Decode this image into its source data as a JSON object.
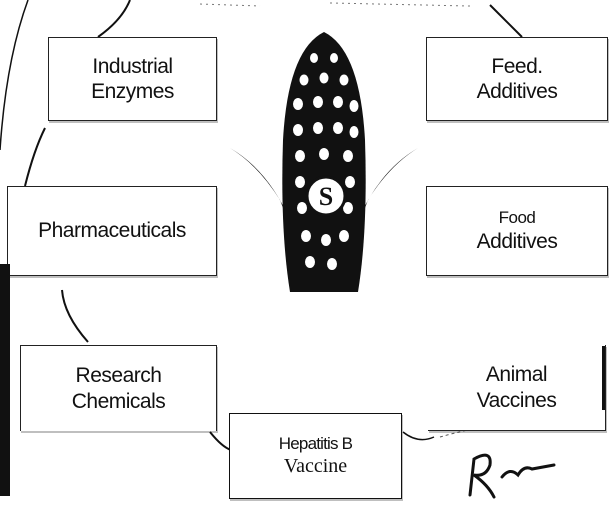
{
  "diagram": {
    "center": {
      "icon": "corn-cob-icon",
      "emblem_letter": "S"
    },
    "boxes": {
      "industrial_enzymes": [
        "Industrial",
        "Enzymes"
      ],
      "feed_additives": [
        "Feed.",
        "Additives"
      ],
      "pharmaceuticals": [
        "Pharmaceuticals"
      ],
      "food_additives": [
        "Food",
        "Additives"
      ],
      "research_chemicals": [
        "Research",
        "Chemicals"
      ],
      "animal_vaccines": [
        "Animal",
        "Vaccines"
      ],
      "hepatitis_b_vaccine": [
        "Hepatitis B",
        "Vaccine"
      ]
    },
    "colors": {
      "ink": "#111111",
      "paper": "#ffffff"
    }
  }
}
